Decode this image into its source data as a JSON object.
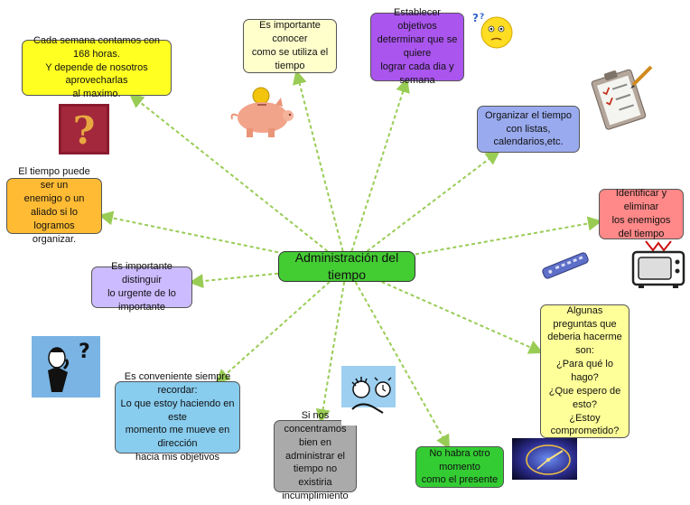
{
  "center": {
    "text": "Administración del tiempo",
    "color": "#44cc33"
  },
  "edge_color": "#99cc55",
  "nodes": [
    {
      "id": "n1",
      "text": "Cada semana contamos con 168 horas.\nY depende de nosotros aprovecharlas\nal maximo.",
      "color": "#ffff22"
    },
    {
      "id": "n2",
      "text": "Es importante conocer\ncomo se utiliza el tiempo",
      "color": "#ffffcc"
    },
    {
      "id": "n3",
      "text": "Establecer objetivos\ndeterminar que se quiere\nlograr cada dia y semana",
      "color": "#aa55ee"
    },
    {
      "id": "n4",
      "text": "Organizar el tiempo\ncon listas, calendarios,etc.",
      "color": "#99aaee"
    },
    {
      "id": "n5",
      "text": "Identificar y eliminar\nlos enemigos\ndel tiempo",
      "color": "#ff8888"
    },
    {
      "id": "n6",
      "text": "El tiempo puede ser un\nenemigo o  un aliado si lo\nlogramos organizar.",
      "color": "#ffbb33"
    },
    {
      "id": "n7",
      "text": "Es importante distinguir\nlo urgente de lo importante",
      "color": "#ccbbff"
    },
    {
      "id": "n8",
      "text": "Algunas preguntas que\ndeberia hacerme son:\n¿Para qué lo hago?\n¿Que espero de esto?\n¿Estoy comprometido?",
      "color": "#ffff99"
    },
    {
      "id": "n9",
      "text": "Es conveniente siempre recordar:\nLo que estoy haciendo en este\nmomento me mueve en dirección\nhacia mis objetivos",
      "color": "#88ccee"
    },
    {
      "id": "n10",
      "text": "Si nos concentramos\nbien en administrar el\ntiempo no existiria\nincumplimiento",
      "color": "#aaaaaa"
    },
    {
      "id": "n11",
      "text": "No habra otro momento\ncomo el presente",
      "color": "#33cc33"
    }
  ],
  "images": [
    {
      "id": "question-card",
      "icon": "question-mark-icon"
    },
    {
      "id": "piggy-bank",
      "icon": "piggy-bank-icon"
    },
    {
      "id": "thinking-face",
      "icon": "thinking-face-icon"
    },
    {
      "id": "clipboard",
      "icon": "clipboard-checklist-icon"
    },
    {
      "id": "remote",
      "icon": "remote-control-icon"
    },
    {
      "id": "tv",
      "icon": "television-icon"
    },
    {
      "id": "thinker",
      "icon": "thinking-person-icon"
    },
    {
      "id": "alarm",
      "icon": "alarm-clock-person-icon"
    },
    {
      "id": "clock-photo",
      "icon": "clock-photo-icon"
    }
  ]
}
